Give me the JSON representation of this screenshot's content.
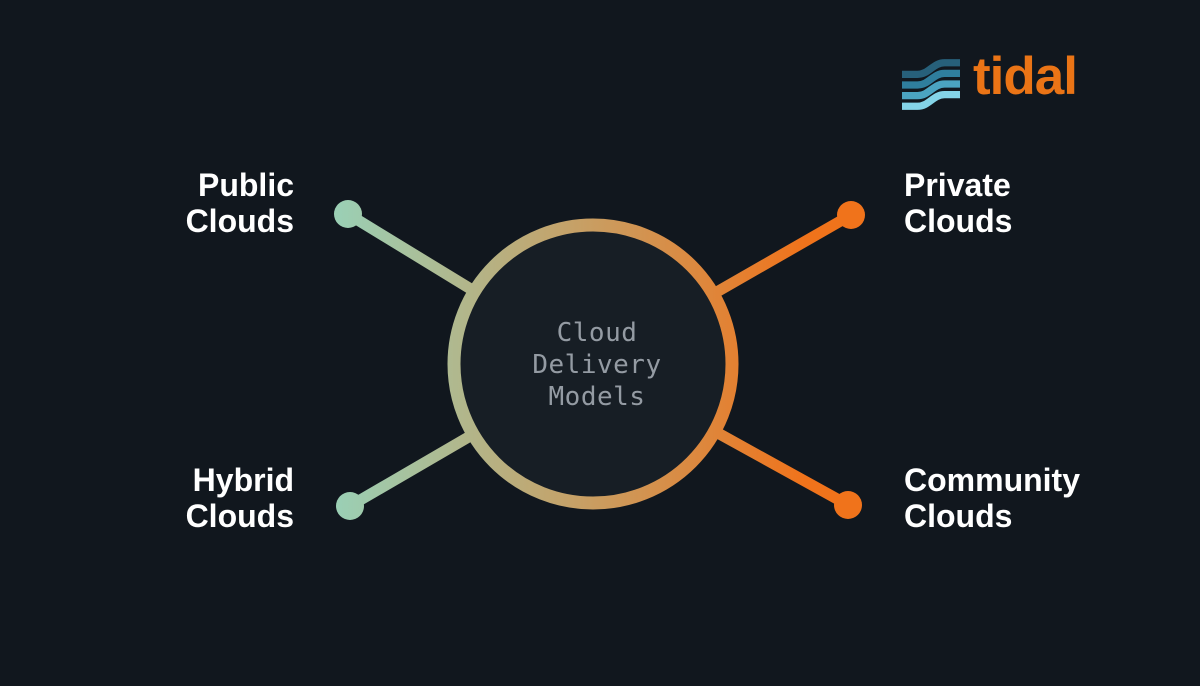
{
  "logo": {
    "brand": "tidal"
  },
  "center": {
    "line1": "Cloud",
    "line2": "Delivery",
    "line3": "Models"
  },
  "labels": {
    "top_left": {
      "line1": "Public",
      "line2": "Clouds"
    },
    "top_right": {
      "line1": "Private",
      "line2": "Clouds"
    },
    "bottom_left": {
      "line1": "Hybrid",
      "line2": "Clouds"
    },
    "bottom_right": {
      "line1": "Community",
      "line2": "Clouds"
    }
  },
  "colors": {
    "background": "#11171e",
    "mint": "#9bcfb4",
    "orange": "#f0731b",
    "circle_fill": "#171e25",
    "center_text": "#949ba3",
    "label_text": "#ffffff",
    "logo_orange": "#ea7416",
    "wave_band_1": "#27607a",
    "wave_band_2": "#2f7e9d",
    "wave_band_3": "#4ba4c1",
    "wave_band_4": "#84d4e8"
  },
  "icons": {
    "logo_icon": "tidal-waves-icon"
  }
}
